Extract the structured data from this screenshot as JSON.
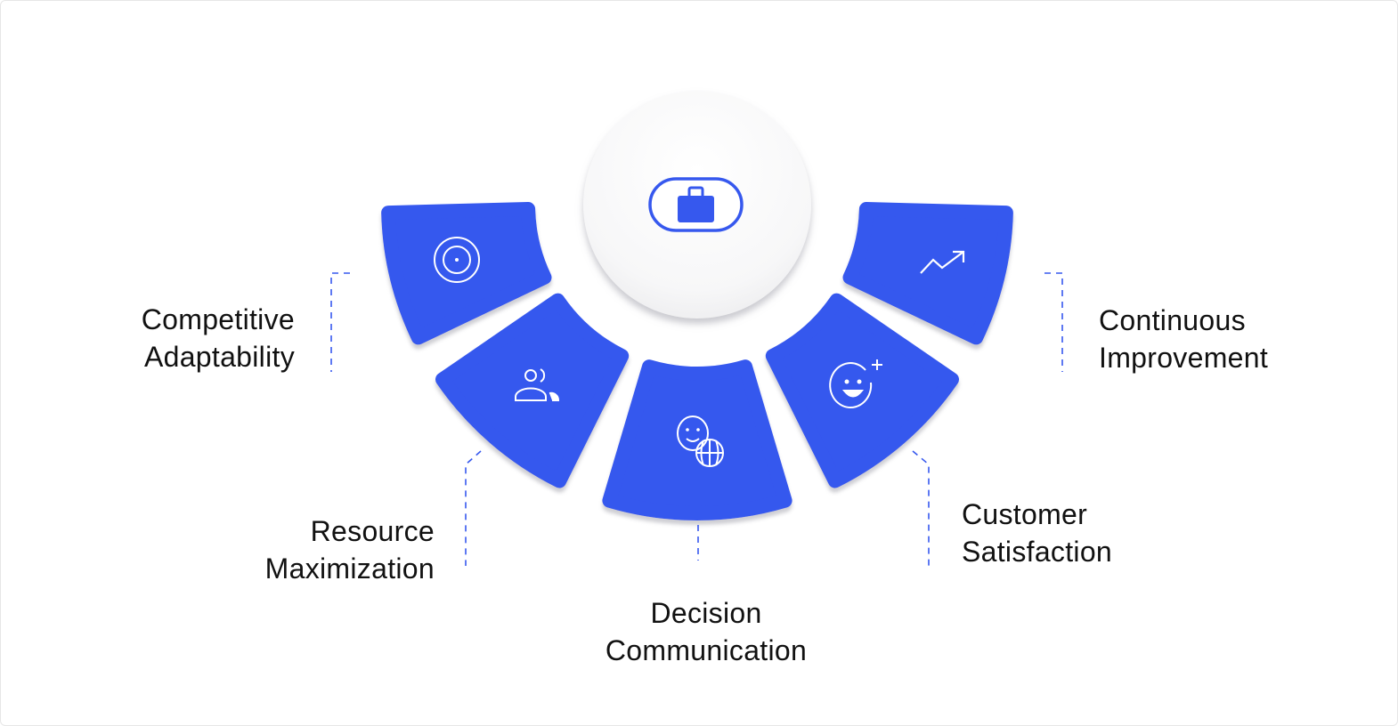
{
  "colors": {
    "accent": "#3658ee",
    "shadow": "#d9d9de",
    "text": "#111111"
  },
  "center": {
    "icon": "briefcase-icon"
  },
  "segments": [
    {
      "id": "competitive-adaptability",
      "icon": "target-icon",
      "label_lines": [
        "Competitive",
        "Adaptability"
      ]
    },
    {
      "id": "resource-maximization",
      "icon": "users-icon",
      "label_lines": [
        "Resource",
        "Maximization"
      ]
    },
    {
      "id": "decision-communication",
      "icon": "smile-globe-icon",
      "label_lines": [
        "Decision",
        "Communication"
      ]
    },
    {
      "id": "customer-satisfaction",
      "icon": "smile-plus-icon",
      "label_lines": [
        "Customer",
        "Satisfaction"
      ]
    },
    {
      "id": "continuous-improvement",
      "icon": "trend-up-icon",
      "label_lines": [
        "Continuous",
        "Improvement"
      ]
    }
  ]
}
